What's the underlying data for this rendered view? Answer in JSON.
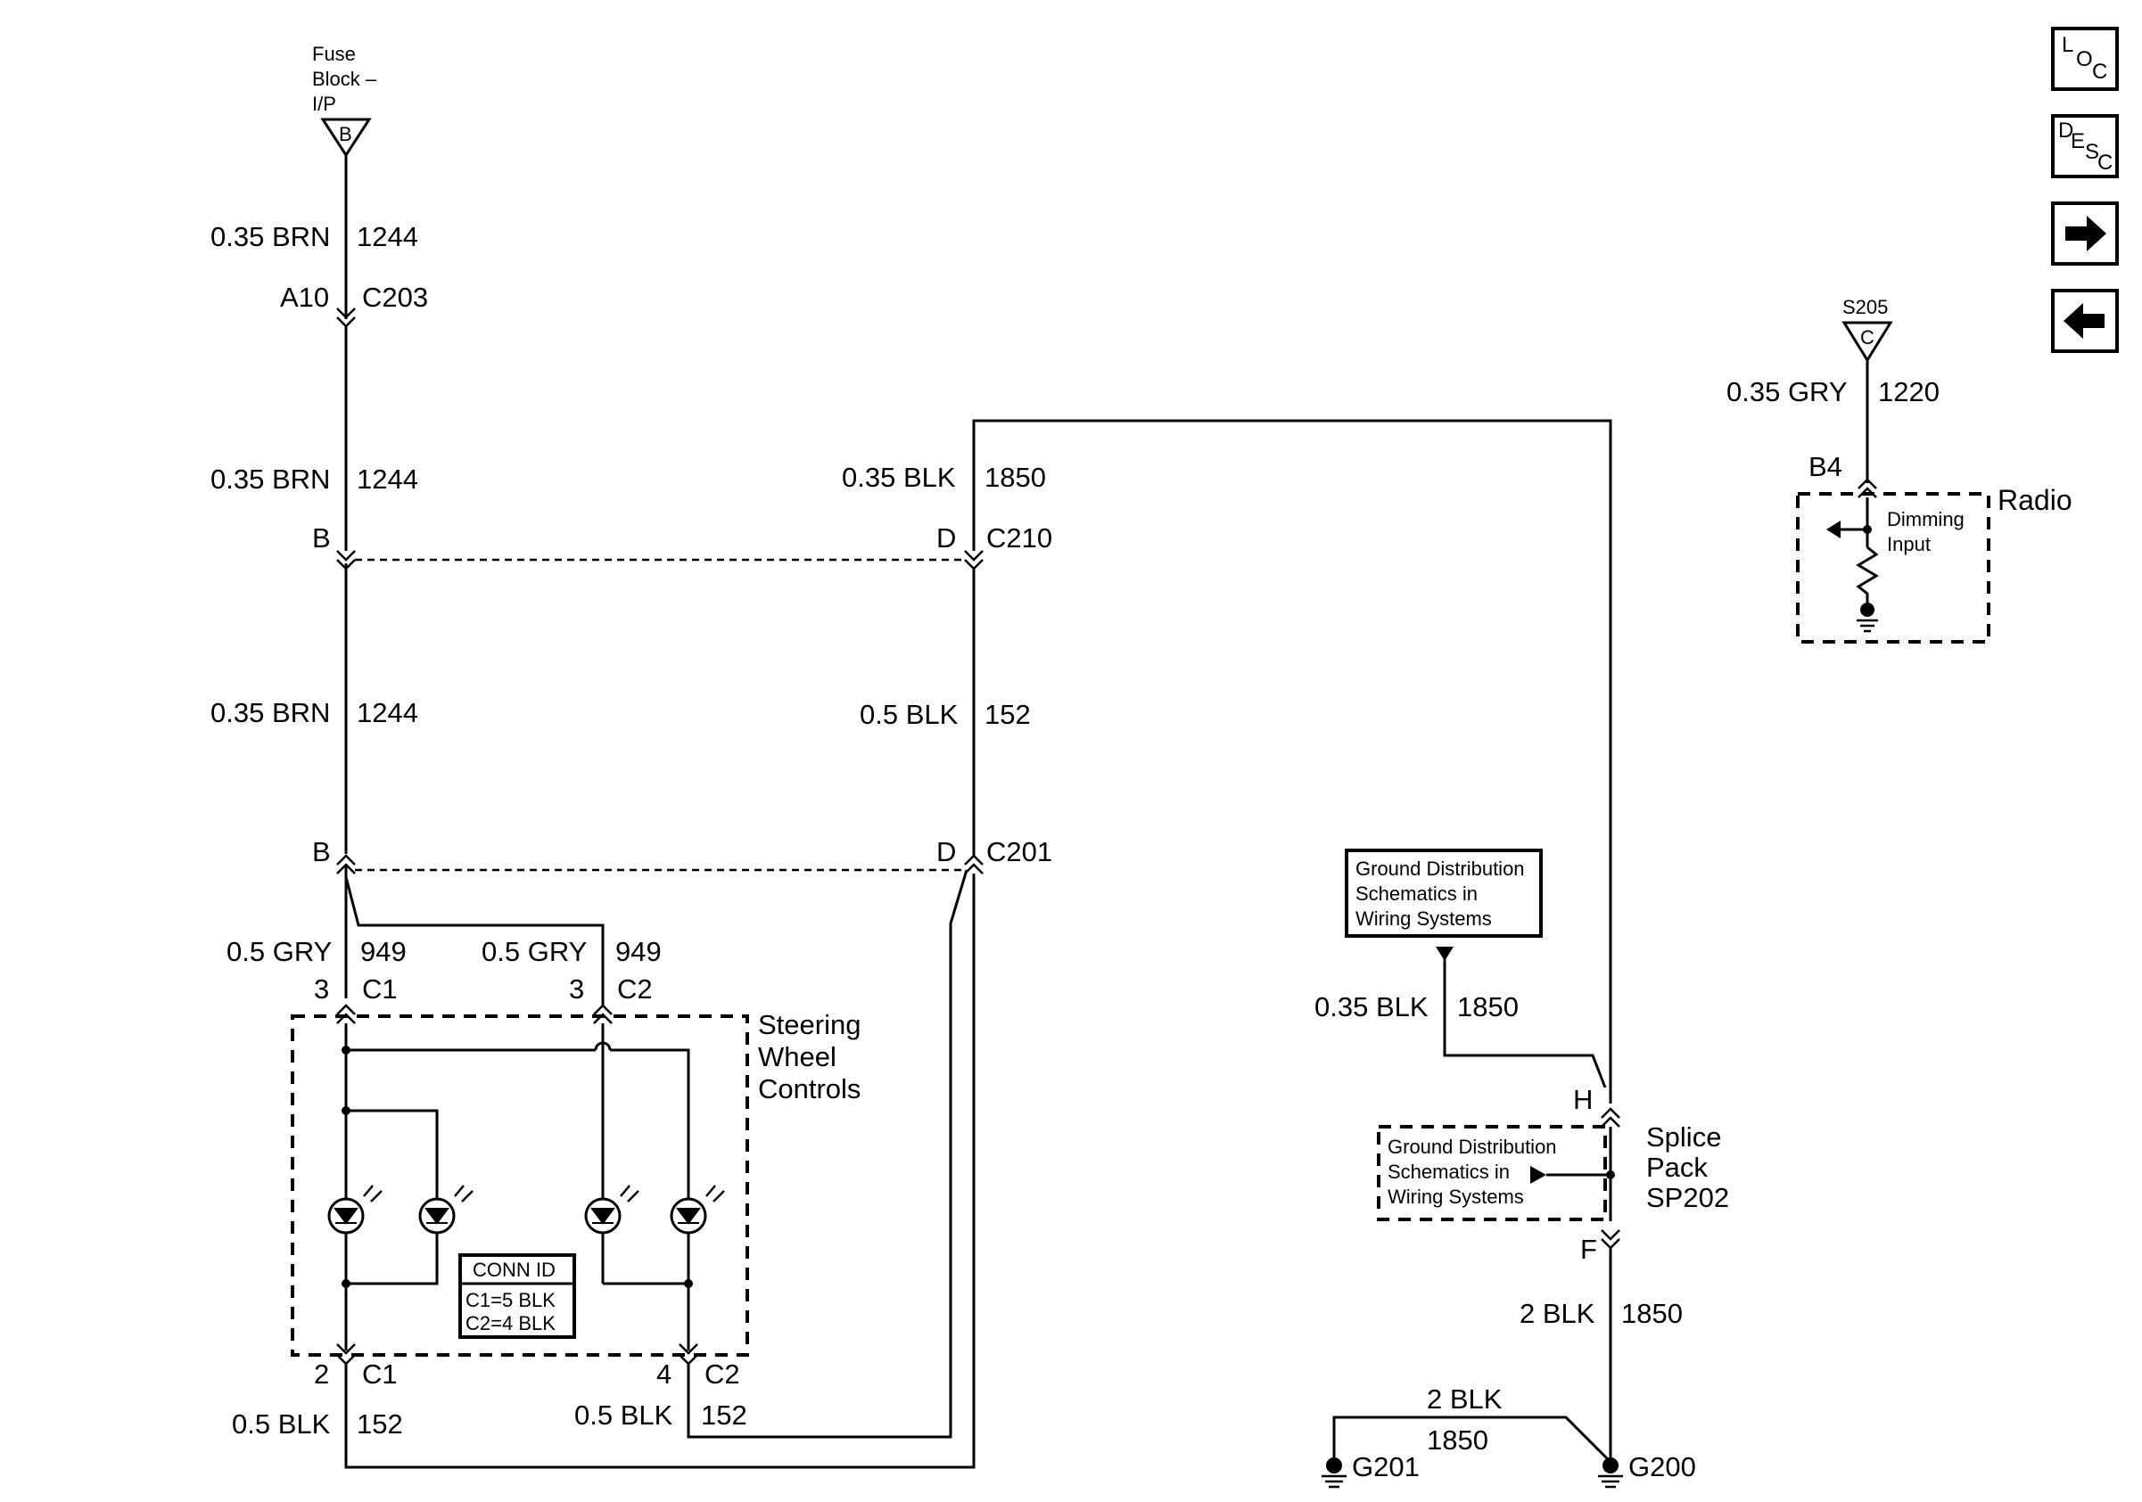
{
  "nav": {
    "loc": {
      "l1": "L",
      "l2": "O",
      "l3": "C"
    },
    "desc": {
      "l1": "D",
      "l2": "E",
      "l3": "S",
      "l4": "C"
    }
  },
  "fuse": {
    "line1": "Fuse",
    "line2": "Block –",
    "line3": "I/P",
    "terminal": "B"
  },
  "wires": {
    "w1": {
      "gauge": "0.35 BRN",
      "circuit": "1244"
    },
    "w2": {
      "gauge": "0.35 BRN",
      "circuit": "1244"
    },
    "w3": {
      "gauge": "0.35 BRN",
      "circuit": "1244"
    },
    "w4": {
      "gauge": "0.35 BLK",
      "circuit": "1850"
    },
    "w5": {
      "gauge": "0.5 BLK",
      "circuit": "152"
    },
    "w6": {
      "gauge": "0.5 GRY",
      "circuit": "949"
    },
    "w7": {
      "gauge": "0.5 GRY",
      "circuit": "949"
    },
    "w8": {
      "gauge": "0.5 BLK",
      "circuit": "152"
    },
    "w9": {
      "gauge": "0.5 BLK",
      "circuit": "152"
    },
    "w10": {
      "gauge": "0.35 BLK",
      "circuit": "1850"
    },
    "w11": {
      "gauge": "2 BLK",
      "circuit": "1850"
    },
    "w12": {
      "gauge": "2 BLK",
      "circuit": "1850"
    },
    "w13": {
      "gauge": "0.35 GRY",
      "circuit": "1220"
    }
  },
  "connectors": {
    "c203": {
      "pin": "A10",
      "name": "C203"
    },
    "c210": {
      "pin_left": "B",
      "pin_right": "D",
      "name": "C210"
    },
    "c201": {
      "pin_left": "B",
      "pin_right": "D",
      "name": "C201"
    },
    "c1_top": {
      "pin": "3",
      "name": "C1"
    },
    "c2_top": {
      "pin": "3",
      "name": "C2"
    },
    "c1_bot": {
      "pin": "2",
      "name": "C1"
    },
    "c2_bot": {
      "pin": "4",
      "name": "C2"
    }
  },
  "steering": {
    "line1": "Steering",
    "line2": "Wheel",
    "line3": "Controls"
  },
  "conn_id": {
    "title": "CONN ID",
    "line1": "C1=5 BLK",
    "line2": "C2=4 BLK"
  },
  "ground_ref_top": {
    "line1": "Ground Distribution",
    "line2": "Schematics in",
    "line3": "Wiring Systems"
  },
  "ground_ref_splice": {
    "line1": "Ground Distribution",
    "line2": "Schematics in",
    "line3": "Wiring Systems"
  },
  "splice": {
    "pin_top": "H",
    "pin_bot": "F",
    "line1": "Splice",
    "line2": "Pack",
    "line3": "SP202"
  },
  "grounds": {
    "g201": "G201",
    "g200": "G200"
  },
  "radio": {
    "source": "S205",
    "terminal": "C",
    "pin": "B4",
    "name": "Radio",
    "input1": "Dimming",
    "input2": "Input"
  }
}
